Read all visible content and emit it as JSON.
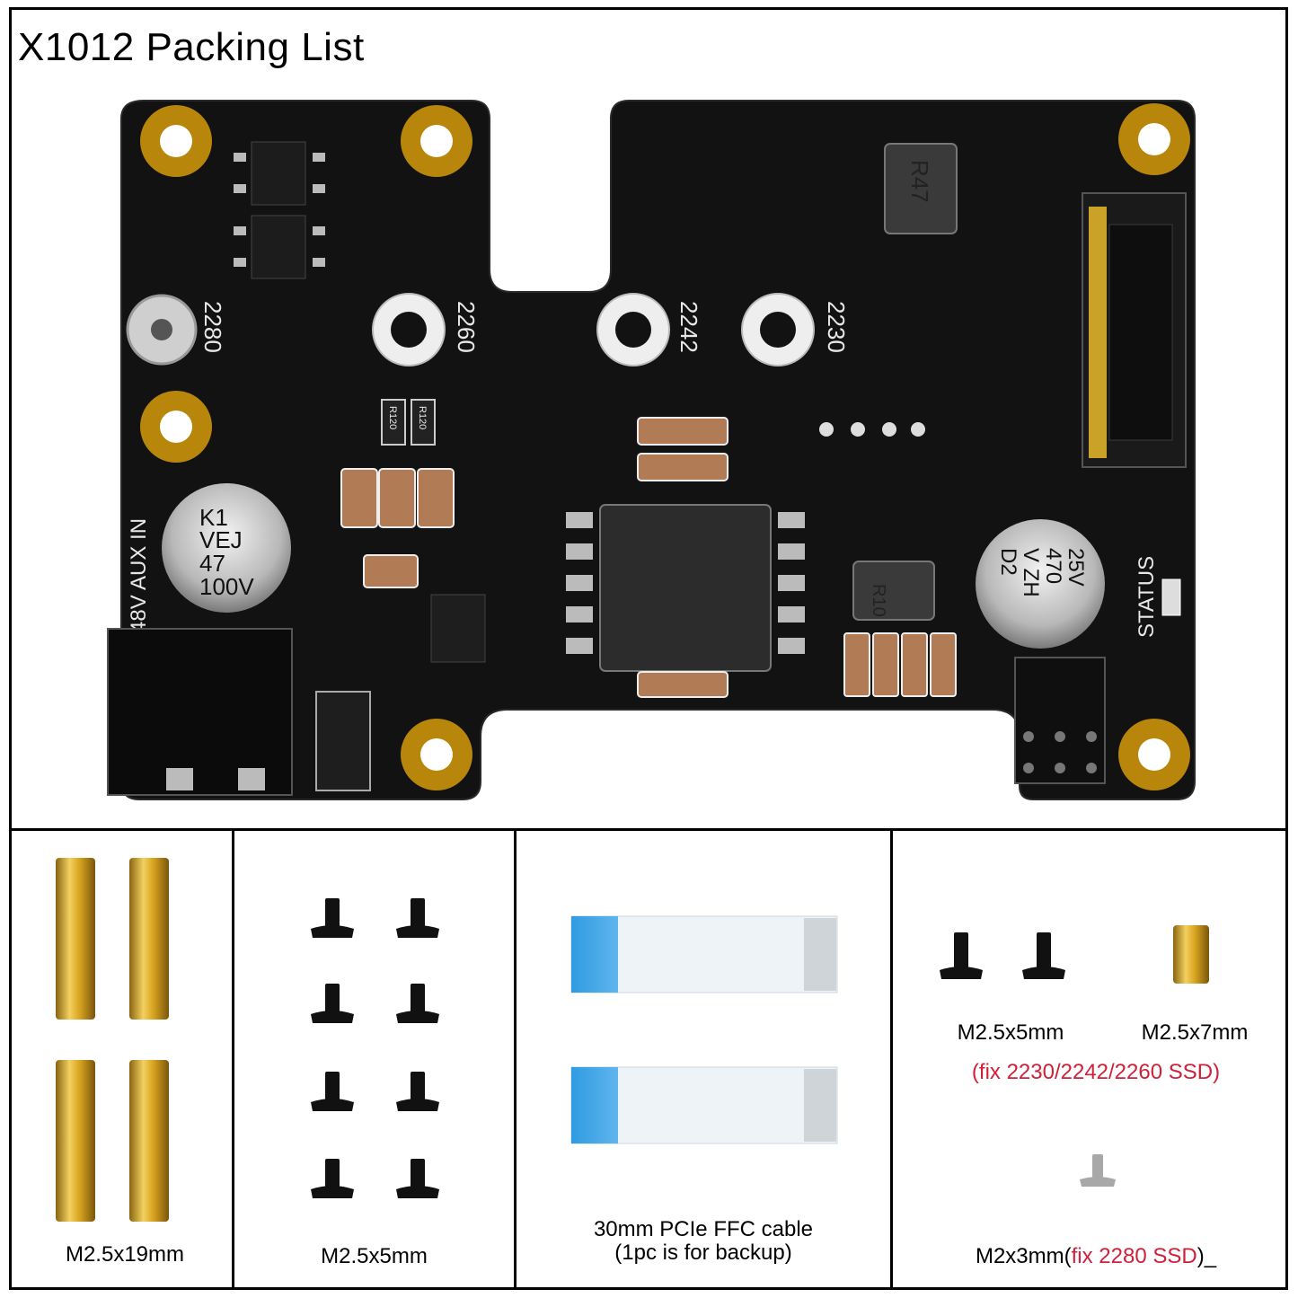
{
  "header": {
    "title": "X1012 Packing List"
  },
  "board": {
    "silkscreen": {
      "hole_2280": "2280",
      "hole_2260": "2260",
      "hole_2242": "2242",
      "hole_2230": "2230",
      "aux_in": "48V AUX IN",
      "status": "STATUS",
      "inductor_top": "R47",
      "inductor_mid": "R10",
      "res_a": "R120",
      "res_b": "R120",
      "cap_left": [
        "K1",
        "VEJ",
        "47",
        "100V"
      ],
      "cap_right": [
        "25V",
        "470",
        "V ZH",
        "D2"
      ]
    }
  },
  "items": [
    {
      "label": "M2.5x19mm"
    },
    {
      "label": "M2.5x5mm"
    },
    {
      "label_line1": "30mm PCIe FFC cable",
      "label_line2": "(1pc is for backup)"
    },
    {
      "label_a": "M2.5x5mm",
      "label_b": "M2.5x7mm",
      "note": "(fix 2230/2242/2260 SSD)",
      "small_label_prefix": "M2x3mm(",
      "small_label_red": "fix 2280 SSD",
      "small_label_suffix": ")_"
    }
  ],
  "colors": {
    "accent_red": "#d0203a",
    "pcb": "#111111",
    "brass": "#d9a520",
    "cable_blue": "#2f9be0"
  }
}
